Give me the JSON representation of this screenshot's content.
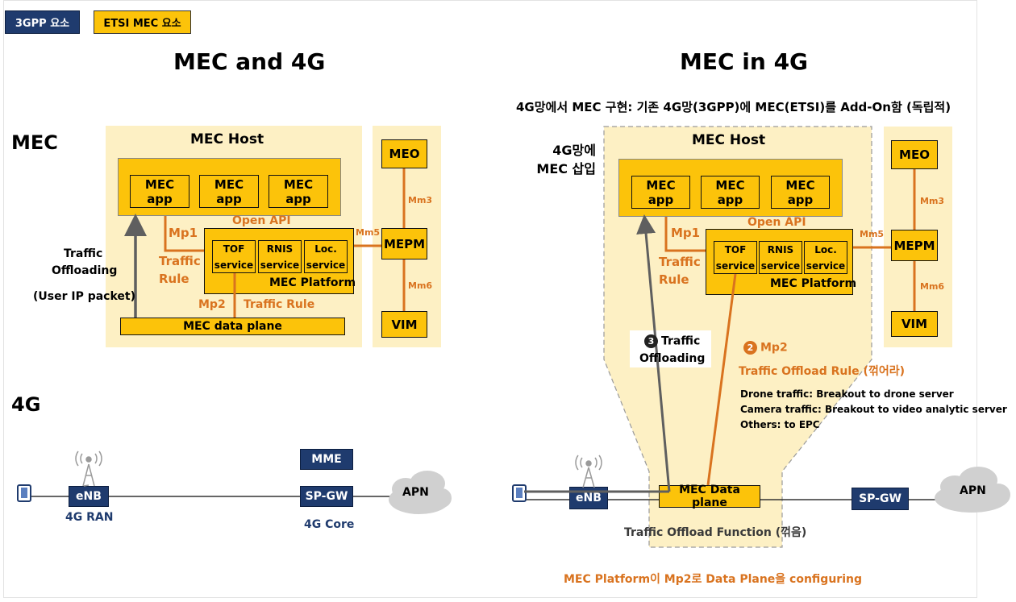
{
  "legend": {
    "gpp": "3GPP 요소",
    "etsi": "ETSI MEC 요소"
  },
  "left": {
    "title": "MEC and 4G",
    "section_mec": "MEC",
    "section_4g": "4G",
    "mec_host": "MEC Host",
    "apps": [
      "MEC app",
      "MEC app",
      "MEC app"
    ],
    "open_api": "Open API",
    "mp1": "Mp1",
    "mp2": "Mp2",
    "traffic_rule_1": "Traffic",
    "traffic_rule_2": "Rule",
    "traffic_rule_mp2": "Traffic Rule",
    "services": [
      {
        "l1": "TOF",
        "l2": "service"
      },
      {
        "l1": "RNIS",
        "l2": "service"
      },
      {
        "l1": "Loc.",
        "l2": "service"
      }
    ],
    "mec_platform": "MEC Platform",
    "mec_data_plane": "MEC data plane",
    "traffic_offloading_1": "Traffic",
    "traffic_offloading_2": "Offloading",
    "user_ip": "(User IP packet)",
    "meo": "MEO",
    "mepm": "MEPM",
    "vim": "VIM",
    "mm3": "Mm3",
    "mm5": "Mm5",
    "mm6": "Mm6",
    "mme": "MME",
    "enb": "eNB",
    "spgw": "SP-GW",
    "apn": "APN",
    "ran": "4G RAN",
    "core": "4G Core"
  },
  "right": {
    "title": "MEC in 4G",
    "subtitle": "4G망에서 MEC 구현: 기존 4G망(3GPP)에 MEC(ETSI)를 Add-On함 (독립적)",
    "insert_1": "4G망에",
    "insert_2": "MEC 삽입",
    "mec_host": "MEC Host",
    "apps": [
      "MEC app",
      "MEC app",
      "MEC app"
    ],
    "open_api": "Open API",
    "mp1": "Mp1",
    "traffic_rule_1": "Traffic",
    "traffic_rule_2": "Rule",
    "services": [
      {
        "l1": "TOF",
        "l2": "service"
      },
      {
        "l1": "RNIS",
        "l2": "service"
      },
      {
        "l1": "Loc.",
        "l2": "service"
      }
    ],
    "mec_platform": "MEC Platform",
    "meo": "MEO",
    "mepm": "MEPM",
    "vim": "VIM",
    "mm3": "Mm3",
    "mm5": "Mm5",
    "mm6": "Mm6",
    "step3_num": "3",
    "step3_1": "Traffic",
    "step3_2": "Offloading",
    "step2_num": "2",
    "step2": "Mp2",
    "tor": "Traffic Offload Rule (꺾어라)",
    "rules": [
      "Drone traffic: Breakout to drone server",
      "Camera traffic: Breakout to video analytic server",
      "Others: to EPC"
    ],
    "mec_data_plane": "MEC Data plane",
    "enb": "eNB",
    "spgw": "SP-GW",
    "apn": "APN",
    "tof_function": "Traffic Offload Function (꺾음)",
    "footer": "MEC Platform이 Mp2로 Data Plane을 configuring"
  },
  "colors": {
    "navy": "#1f3b6e",
    "gold": "#fcc30a",
    "orange": "#d9731f",
    "panel": "#fdf0c4",
    "gray": "#5f5f5f"
  }
}
